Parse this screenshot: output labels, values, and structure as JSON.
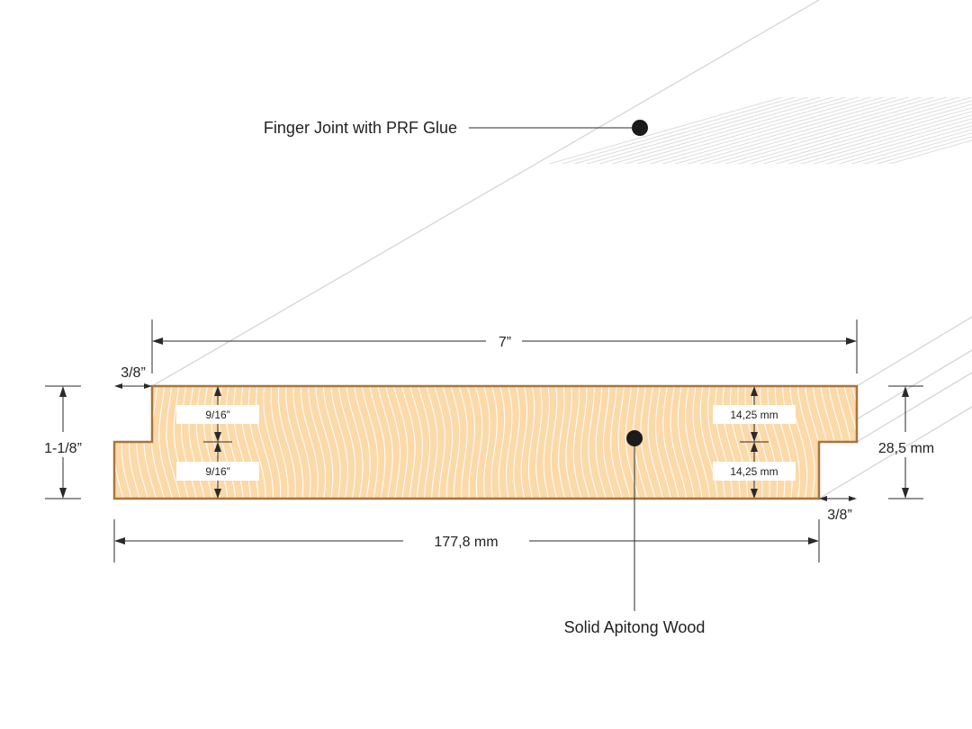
{
  "callouts": {
    "finger_joint": "Finger Joint with PRF Glue",
    "wood": "Solid Apitong Wood"
  },
  "dimensions": {
    "width_in": "7”",
    "width_mm": "177,8 mm",
    "height_in": "1-1/8”",
    "height_mm": "28,5 mm",
    "tongue_left": "3/8”",
    "tongue_right": "3/8”",
    "half_in_top": "9/16”",
    "half_in_bottom": "9/16”",
    "half_mm_top": "14,25 mm",
    "half_mm_bottom": "14,25 mm"
  },
  "colors": {
    "wood_fill": "#fbd9a8",
    "wood_edge": "#a8753f",
    "marker": "#1b1b1b"
  }
}
